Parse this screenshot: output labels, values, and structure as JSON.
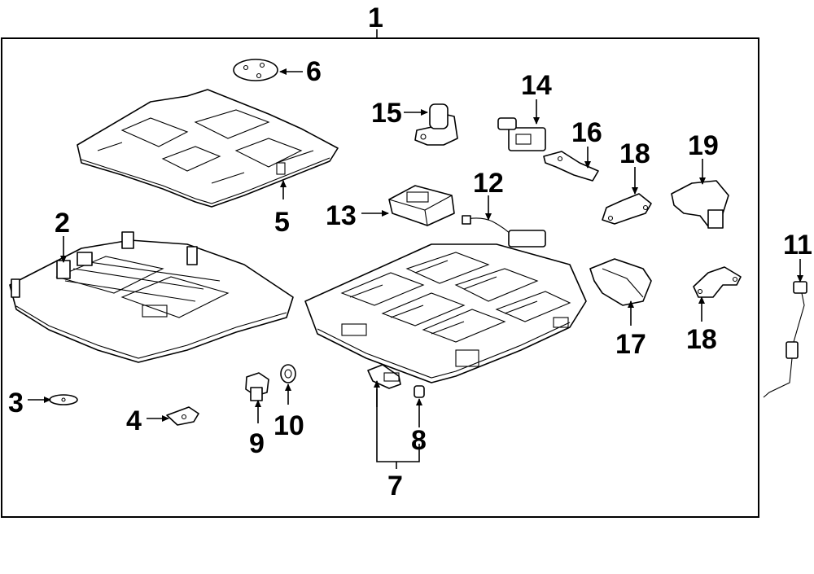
{
  "diagram": {
    "callouts": {
      "c1": "1",
      "c2": "2",
      "c3": "3",
      "c4": "4",
      "c5": "5",
      "c6": "6",
      "c7": "7",
      "c8": "8",
      "c9": "9",
      "c10": "10",
      "c11": "11",
      "c12": "12",
      "c13": "13",
      "c14": "14",
      "c15": "15",
      "c16": "16",
      "c17": "17",
      "c18a": "18",
      "c18b": "18",
      "c19": "19"
    }
  }
}
